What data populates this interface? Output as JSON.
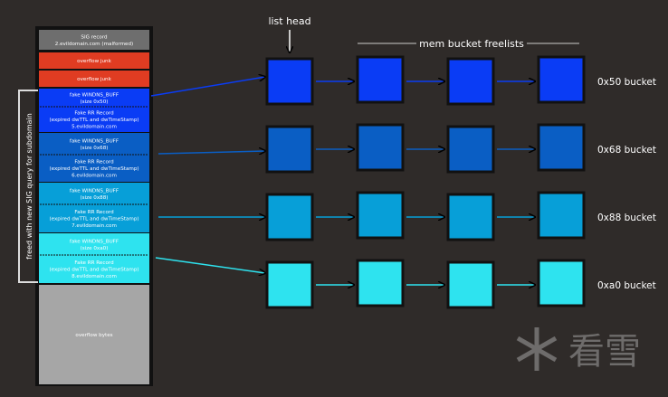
{
  "memory_column": {
    "blocks": [
      {
        "lines": [
          "SIG record",
          "2.evildomain.com (malformed)"
        ],
        "color": "#6e6e6e"
      },
      {
        "lines": [
          "overflow junk"
        ],
        "color": "#e03c22"
      },
      {
        "lines": [
          "overflow junk"
        ],
        "color": "#e03c22"
      },
      {
        "lines": [
          "fake WINDNS_BUFF",
          "(size 0x50)"
        ],
        "lines2": [
          "Fake RR Record",
          "(expired dwTTL and dwTimeStamp)",
          "5.evildomain.com"
        ],
        "color": "#0a3cf5"
      },
      {
        "lines": [
          "fake WINDNS_BUFF",
          "(size 0x68)"
        ],
        "lines2": [
          "Fake RR Record",
          "(expired dwTTL and dwTimeStamp)",
          "6.evildomain.com"
        ],
        "color": "#0a5ec4"
      },
      {
        "lines": [
          "fake WINDNS_BUFF",
          "(size 0x88)"
        ],
        "lines2": [
          "Fake RR Record",
          "(expired dwTTL and dwTimeStamp)",
          "7.evildomain.com"
        ],
        "color": "#079fd8"
      },
      {
        "lines": [
          "fake WINDNS_BUFF",
          "(size 0xa0)"
        ],
        "lines2": [
          "Fake RR Record",
          "(expired dwTTL and dwTimeStamp)",
          "8.evildomain.com"
        ],
        "color": "#2ee3ef"
      },
      {
        "lines": [
          "overflow bytes"
        ],
        "color": "#a6a6a6"
      }
    ],
    "bracket_label": "freed with new SIG query  for subdomain"
  },
  "list_head_label": "list head",
  "freelists_label": "mem bucket freelists",
  "buckets": [
    {
      "label": "0x50 bucket",
      "color": "#0a3cf5"
    },
    {
      "label": "0x68 bucket",
      "color": "#0a5ec4"
    },
    {
      "label": "0x88 bucket",
      "color": "#079fd8"
    },
    {
      "label": "0xa0 bucket",
      "color": "#2ee3ef"
    }
  ],
  "watermark": "看雪"
}
